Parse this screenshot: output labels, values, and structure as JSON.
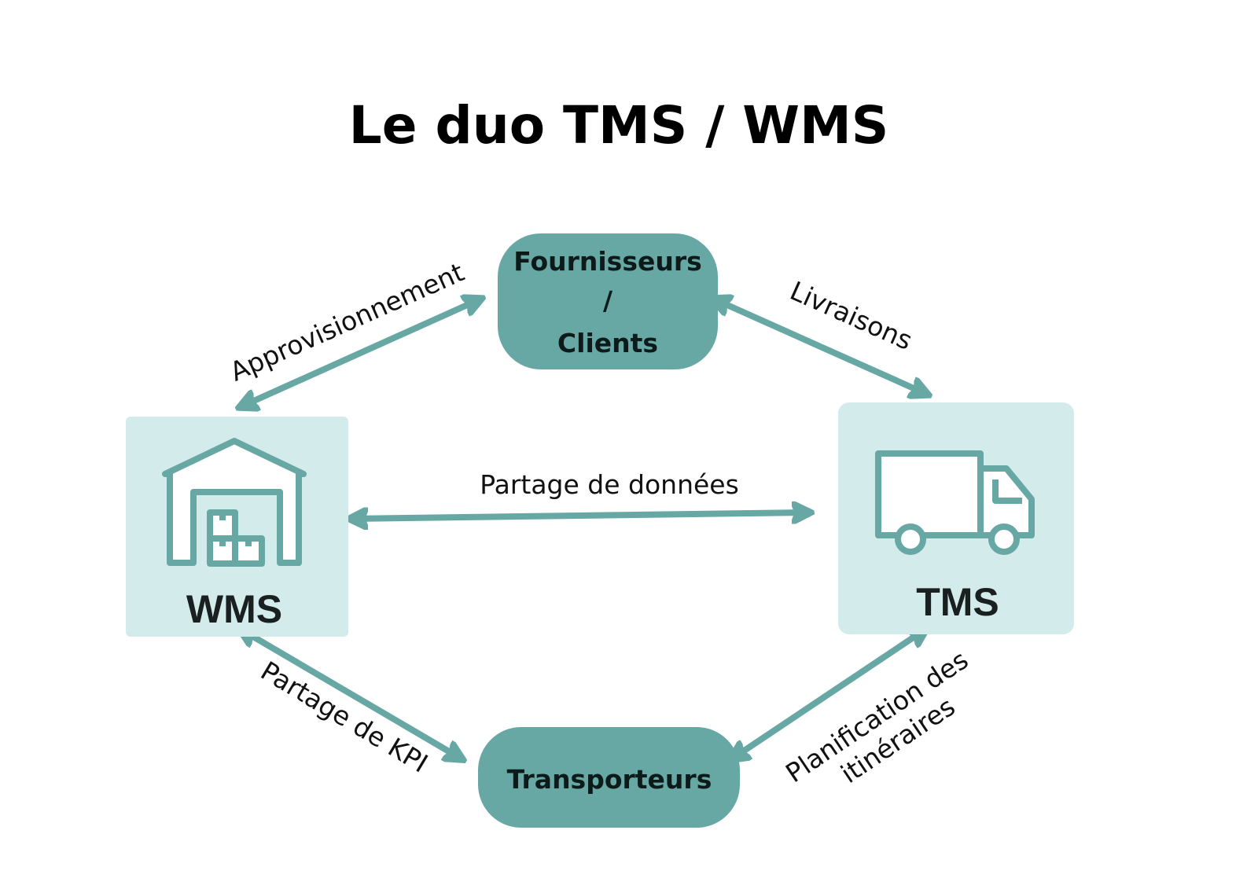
{
  "title": "Le duo TMS / WMS",
  "nodes": {
    "suppliers": {
      "line1": "Fournisseurs",
      "line2": "/",
      "line3": "Clients"
    },
    "carriers": {
      "label": "Transporteurs"
    },
    "wms": {
      "label": "WMS",
      "icon": "warehouse-icon"
    },
    "tms": {
      "label": "TMS",
      "icon": "truck-icon"
    }
  },
  "edges": {
    "wms_suppliers": "Approvisionnement",
    "suppliers_tms": "Livraisons",
    "wms_tms": "Partage de données",
    "wms_carriers": "Partage de KPI",
    "tms_carriers_line1": "Planification des",
    "tms_carriers_line2": "itinéraires"
  },
  "colors": {
    "teal": "#67a7a4",
    "panel": "#d3ebeb"
  }
}
